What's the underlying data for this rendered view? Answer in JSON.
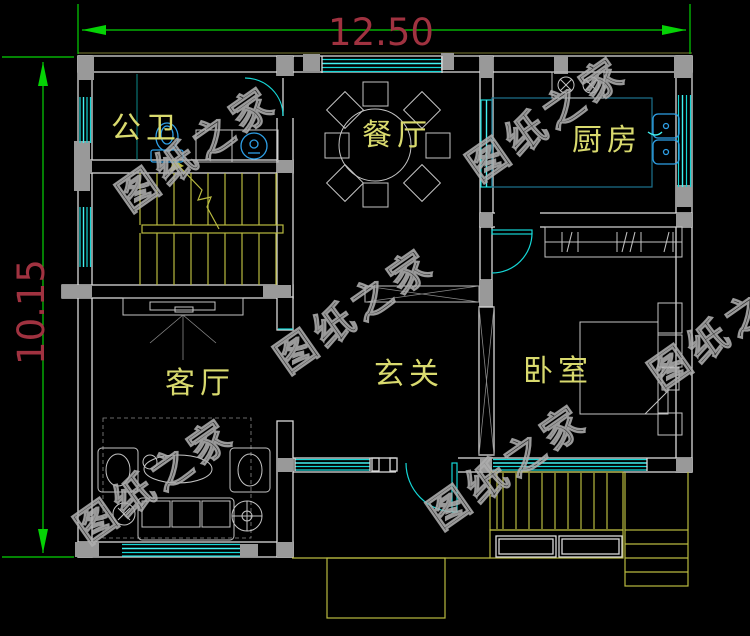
{
  "drawing": {
    "type": "cad-floor-plan",
    "dimensions": {
      "width_label": "12.50",
      "height_label": "10.15"
    },
    "rooms": [
      {
        "id": "bathroom",
        "label": "公卫"
      },
      {
        "id": "dining",
        "label": "餐厅"
      },
      {
        "id": "kitchen",
        "label": "厨房"
      },
      {
        "id": "living",
        "label": "客厅"
      },
      {
        "id": "hall",
        "label": "玄关"
      },
      {
        "id": "bedroom",
        "label": "卧室"
      }
    ],
    "watermark": {
      "text": "图纸之家"
    },
    "colors": {
      "wall": "#d9d9d9",
      "pier": "#999999",
      "win": "#15d6d6",
      "winbright": "#42f0f0",
      "fix": "#2e9fe6",
      "stair": "#b9ba40",
      "fur": "#c4c4c4",
      "cnt": "#1d7390",
      "label": "#d9da6e",
      "dim": "#05d205",
      "dimtext": "#a03240",
      "wm": "#9a9a9a"
    }
  }
}
